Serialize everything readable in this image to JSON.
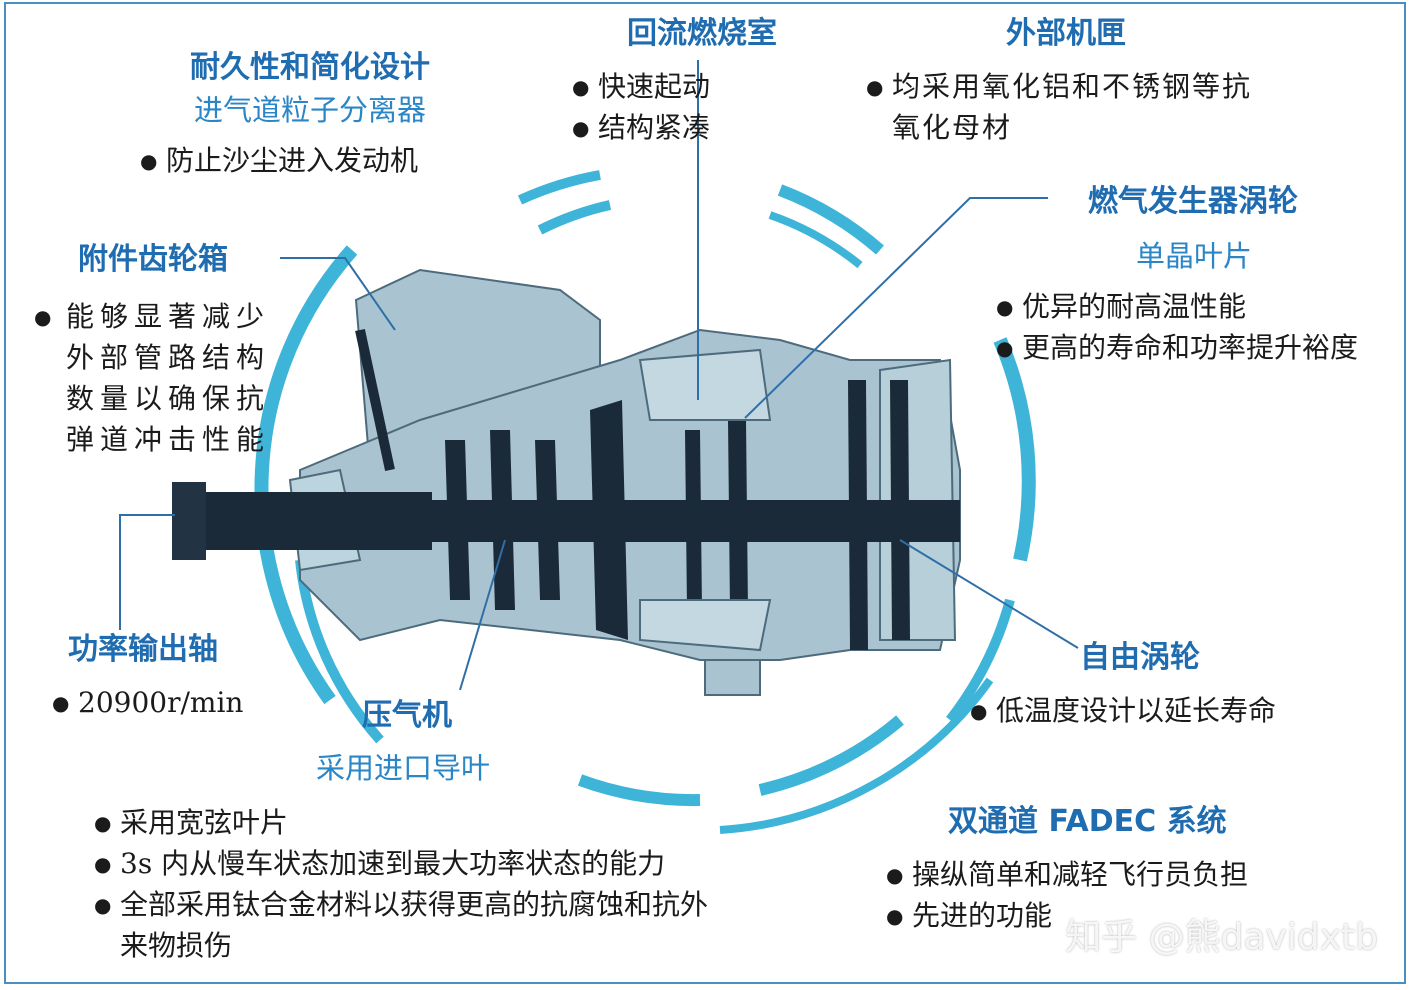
{
  "durability": {
    "title": "耐久性和简化设计",
    "subtitle": "进气道粒子分离器",
    "bullets": [
      "防止沙尘进入发动机"
    ]
  },
  "combustor": {
    "title": "回流燃烧室",
    "bullets": [
      "快速起动",
      "结构紧凑"
    ]
  },
  "casing": {
    "title": "外部机匣",
    "bullets": [
      "均采用氧化铝和不锈钢等抗氧化母材"
    ]
  },
  "gearbox": {
    "title": "附件齿轮箱",
    "bullets": [
      "能够显著减少外部管路结构数量以确保抗弹道冲击性能"
    ]
  },
  "gg_turbine": {
    "title": "燃气发生器涡轮",
    "subtitle": "单晶叶片",
    "bullets": [
      "优异的耐高温性能",
      "更高的寿命和功率提升裕度"
    ]
  },
  "output_shaft": {
    "title": "功率输出轴",
    "bullets": [
      "20900r/min"
    ]
  },
  "compressor": {
    "title": "压气机",
    "subtitle": "采用进口导叶",
    "bullets": [
      "采用宽弦叶片",
      "3s 内从慢车状态加速到最大功率状态的能力",
      "全部采用钛合金材料以获得更高的抗腐蚀和抗外来物损伤"
    ]
  },
  "free_turbine": {
    "title": "自由涡轮",
    "bullets": [
      "低温度设计以延长寿命"
    ]
  },
  "fadec": {
    "title": "双通道 FADEC 系统",
    "bullets": [
      "操纵简单和减轻飞行员负担",
      "先进的功能"
    ]
  },
  "watermark": "知乎 @熊davidxtb",
  "colors": {
    "accent_title": "#1f6cb0",
    "accent_sub": "#2a86c6",
    "ring": "#3eb5d8",
    "leader": "#2f6fa8",
    "engine_body": "#a9c4d0",
    "engine_dark": "#1b2a38"
  }
}
